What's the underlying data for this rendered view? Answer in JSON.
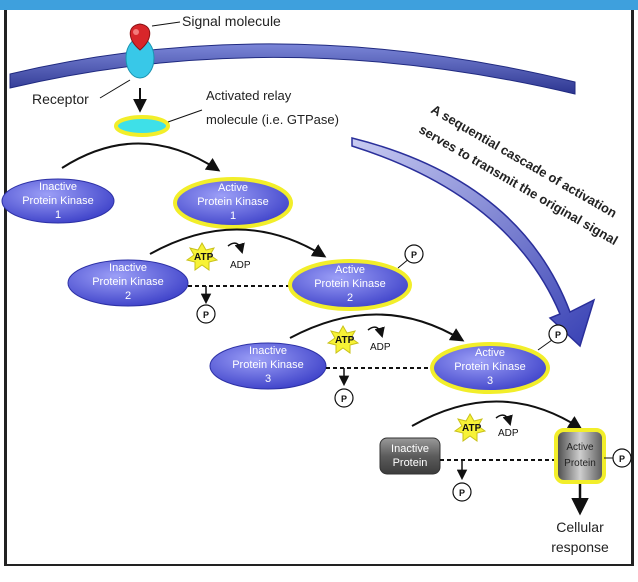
{
  "labels": {
    "signal": "Signal molecule",
    "receptor": "Receptor",
    "relay_line1": "Activated relay",
    "relay_line2": "molecule (i.e. GTPase)",
    "cascade_line1": "A sequential cascade of activation",
    "cascade_line2": "serves to transmit the original signal",
    "response_line1": "Cellular",
    "response_line2": "response"
  },
  "kinases": {
    "inactive1": {
      "line1": "Inactive",
      "line2": "Protein Kinase",
      "line3": "1"
    },
    "active1": {
      "line1": "Active",
      "line2": "Protein Kinase",
      "line3": "1"
    },
    "inactive2": {
      "line1": "Inactive",
      "line2": "Protein Kinase",
      "line3": "2"
    },
    "active2": {
      "line1": "Active",
      "line2": "Protein Kinase",
      "line3": "2"
    },
    "inactive3": {
      "line1": "Inactive",
      "line2": "Protein Kinase",
      "line3": "3"
    },
    "active3": {
      "line1": "Active",
      "line2": "Protein Kinase",
      "line3": "3"
    }
  },
  "protein": {
    "inactive": {
      "line1": "Inactive",
      "line2": "Protein"
    },
    "active": {
      "line1": "Active",
      "line2": "Protein"
    }
  },
  "molecules": {
    "atp": "ATP",
    "adp": "ADP",
    "phosphate": "P"
  },
  "colors": {
    "membrane": "#3d4aa8",
    "kinase": "#5b5fe0",
    "active_outline": "#f2ee2a",
    "receptor": "#38c8e8",
    "signal": "#d8262a",
    "atp_star": "#f7f236",
    "protein_gray": "#6a6a6a"
  }
}
